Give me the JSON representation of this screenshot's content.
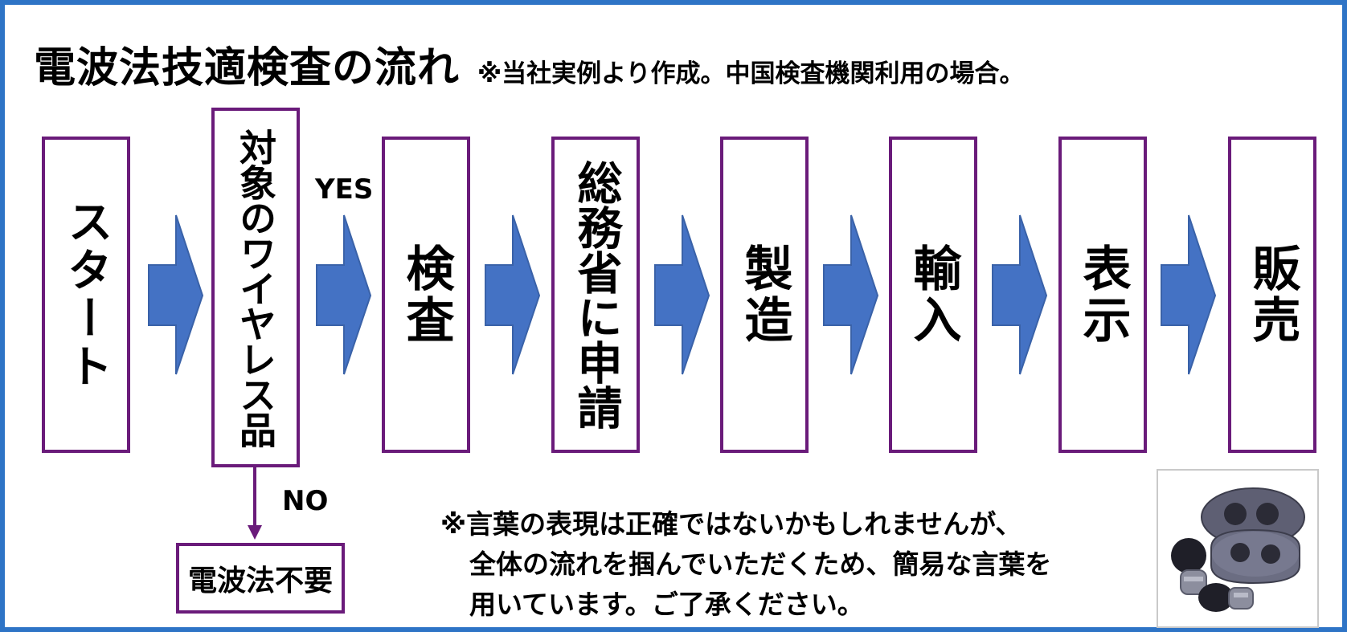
{
  "title": {
    "main": "電波法技適検査の流れ",
    "note": "※当社実例より作成。中国検査機関利用の場合。"
  },
  "flow": {
    "steps": [
      "スタート",
      "対象のワイヤレス品",
      "検査",
      "総務省に申請",
      "製造",
      "輸入",
      "表示",
      "販売"
    ],
    "yes_label": "YES",
    "no_label": "NO",
    "no_result": "電波法不要"
  },
  "note_lines": [
    "※言葉の表現は正確ではないかもしれませんが、",
    "全体の流れを掴んでいただくため、簡易な言葉を",
    "用いています。ご了承ください。"
  ],
  "colors": {
    "frame_border": "#2e74c6",
    "box_border": "#6a1b7a",
    "arrow_fill": "#4472c4",
    "arrow_stroke": "#3a62a8"
  },
  "illustration": "wireless-earbuds-with-case"
}
